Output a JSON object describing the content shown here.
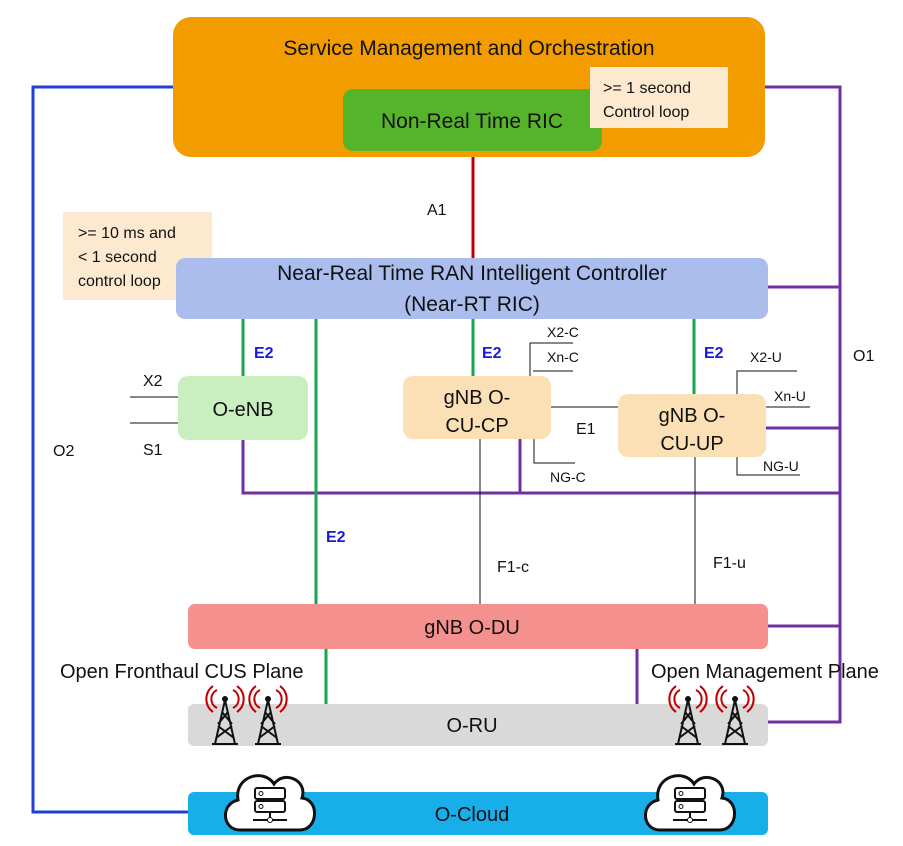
{
  "smo": {
    "title": "Service Management and Orchestration"
  },
  "non_rt_ric": {
    "label": "Non-Real Time RIC"
  },
  "smo_note": {
    "line1": ">= 1 second",
    "line2": "Control loop"
  },
  "near_rt_note": {
    "line1": ">= 10 ms and",
    "line2": "< 1 second",
    "line3": "control loop"
  },
  "near_rt_ric": {
    "line1": "Near-Real Time RAN Intelligent Controller",
    "line2": "(Near-RT RIC)"
  },
  "interfaces": {
    "a1": "A1",
    "o1": "O1",
    "o2": "O2",
    "e2": "E2",
    "e1": "E1",
    "x2": "X2",
    "s1": "S1",
    "x2c": "X2-C",
    "xnc": "Xn-C",
    "ngc": "NG-C",
    "x2u": "X2-U",
    "xnu": "Xn-U",
    "ngu": "NG-U",
    "f1c": "F1-c",
    "f1u": "F1-u"
  },
  "o_enb": {
    "label": "O-eNB"
  },
  "cu_cp": {
    "line1": "gNB O-",
    "line2": "CU-CP"
  },
  "cu_up": {
    "line1": "gNB O-",
    "line2": "CU-UP"
  },
  "o_du": {
    "label": "gNB O-DU"
  },
  "planes": {
    "fronthaul": "Open Fronthaul CUS Plane",
    "management": "Open Management Plane"
  },
  "o_ru": {
    "label": "O-RU"
  },
  "o_cloud": {
    "label": "O-Cloud"
  },
  "colors": {
    "smo": "#f39c00",
    "non_rt_ric": "#56b42a",
    "note": "#fde9cf",
    "near_rt_ric": "#aabdec",
    "o_enb": "#c9efc1",
    "cu": "#fce0b5",
    "o_du": "#f4918e",
    "o_ru": "#d9d9d9",
    "o_cloud": "#17aeea",
    "a1_line": "#c00000",
    "e2_line": "#1aa64e",
    "o1_line": "#7030a0",
    "o2_line": "#1f3fd8"
  }
}
